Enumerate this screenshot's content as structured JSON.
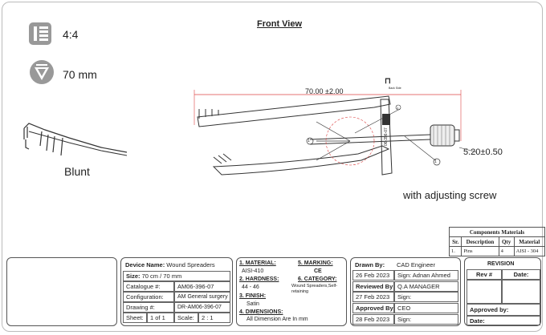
{
  "header": {
    "title": "Front View"
  },
  "specs": {
    "ratio": "4:4",
    "length": "70 mm",
    "tip": "Blunt"
  },
  "drawing": {
    "dim_main": "70.00  ±2.00",
    "dim_side": "5.20±0.50",
    "callout": "with adjusting screw",
    "balloon_1": "1",
    "balloon_2": "1",
    "balloon_3": "1",
    "part_no": "06-396-07",
    "note": "Back Side"
  },
  "components": {
    "title": "Components Materials",
    "headers": [
      "Sr.",
      "Description",
      "Qty",
      "Material"
    ],
    "rows": [
      [
        "1.",
        "Pins",
        "4",
        "AISI - 304"
      ]
    ]
  },
  "info": {
    "device_name_label": "Device Name:",
    "device_name": "Wound Spreaders",
    "size_label": "Size:",
    "size": "70 cm / 70 mm",
    "catalogue_label": "Catalogue #:",
    "catalogue": "AM06-396-07",
    "config_label": "Configuration:",
    "config": "AM General surgery",
    "drawing_label": "Drawing #:",
    "drawing": "DR-AM06-396-07",
    "sheet_label": "Sheet:",
    "sheet": "1 of 1",
    "scale_label": "Scale:",
    "scale": "2 : 1"
  },
  "material": {
    "material_label": "1. MATERIAL:",
    "material": "AISI-410",
    "hardness_label": "2. HARDNESS:",
    "hardness": "44 - 46",
    "finish_label": "3. FINISH:",
    "finish": "Satin",
    "dimensions_label": "4. DIMENSIONS:",
    "dimensions": "All Dimension Are In mm",
    "marking_label": "5. MARKING:",
    "marking": "CE",
    "category_label": "6. CATEGORY:",
    "category": "Wound Spreaders,Self-retaining"
  },
  "approval": {
    "drawn_label": "Drawn By:",
    "drawn_by": "CAD Engineer",
    "drawn_date": "26 Feb 2023",
    "drawn_sign": "Sign:  Adnan Ahmed",
    "reviewed_label": "Reviewed By:",
    "reviewed_by": "Q.A MANAGER",
    "reviewed_date": "27 Feb 2023",
    "reviewed_sign": "Sign:",
    "approved_label": "Approved By:",
    "approved_by": "CEO",
    "approved_date": "28 Feb 2023",
    "approved_sign": "Sign:"
  },
  "revision": {
    "title": "REVISION",
    "rev_label": "Rev #",
    "date_label": "Date:",
    "approved_label": "Approved by:",
    "date2_label": "Date:"
  }
}
